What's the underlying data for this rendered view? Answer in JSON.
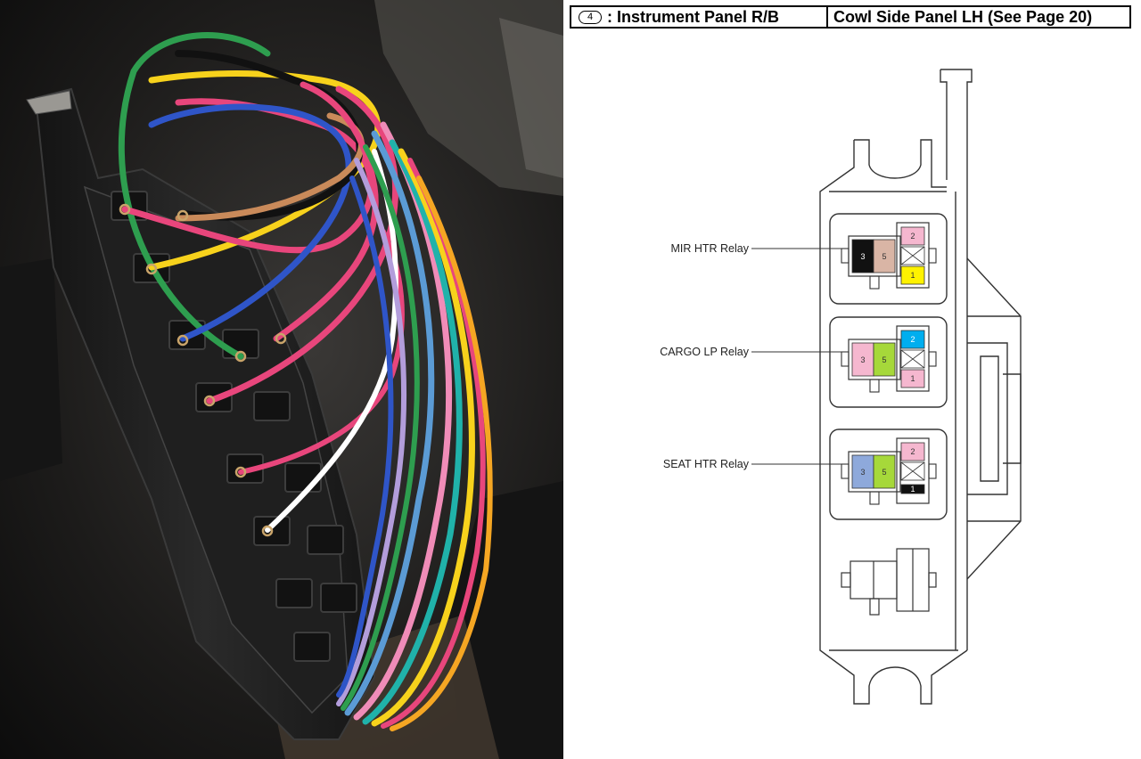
{
  "header": {
    "connector_no": "4",
    "left": ": Instrument Panel R/B",
    "right": "Cowl Side Panel LH (See Page 20)"
  },
  "relays": [
    {
      "label": "MIR HTR Relay",
      "terminals": [
        {
          "num": "3",
          "color": "#111111",
          "text_color": "#ffffff"
        },
        {
          "num": "5",
          "color": "#d9b5a5",
          "text_color": "#333333"
        },
        {
          "num": "2",
          "color": "#f5b7cf",
          "text_color": "#333333"
        },
        {
          "num": "1",
          "color": "#fff200",
          "text_color": "#333333"
        }
      ]
    },
    {
      "label": "CARGO LP Relay",
      "terminals": [
        {
          "num": "3",
          "color": "#f5b7cf",
          "text_color": "#333333"
        },
        {
          "num": "5",
          "color": "#a6d83a",
          "text_color": "#333333"
        },
        {
          "num": "2",
          "color": "#00aeef",
          "text_color": "#ffffff"
        },
        {
          "num": "1",
          "color": "#f5b7cf",
          "text_color": "#333333"
        }
      ]
    },
    {
      "label": "SEAT HTR Relay",
      "terminals": [
        {
          "num": "3",
          "color": "#8ea9db",
          "text_color": "#333333"
        },
        {
          "num": "5",
          "color": "#a6d83a",
          "text_color": "#333333"
        },
        {
          "num": "2",
          "color": "#f5b7cf",
          "text_color": "#333333"
        },
        {
          "num": "1",
          "color": "#111111",
          "text_color": "#ffffff"
        }
      ]
    }
  ],
  "photo": {
    "description_icon": "wire-harness-photo",
    "wire_colors": [
      "#2e9e4f",
      "#f7d21c",
      "#e8467c",
      "#2f55c8",
      "#111111",
      "#c98a5a",
      "#f08cb8",
      "#ffffff",
      "#5b9bd5",
      "#20b2aa",
      "#b39ddb",
      "#f5a623"
    ]
  }
}
